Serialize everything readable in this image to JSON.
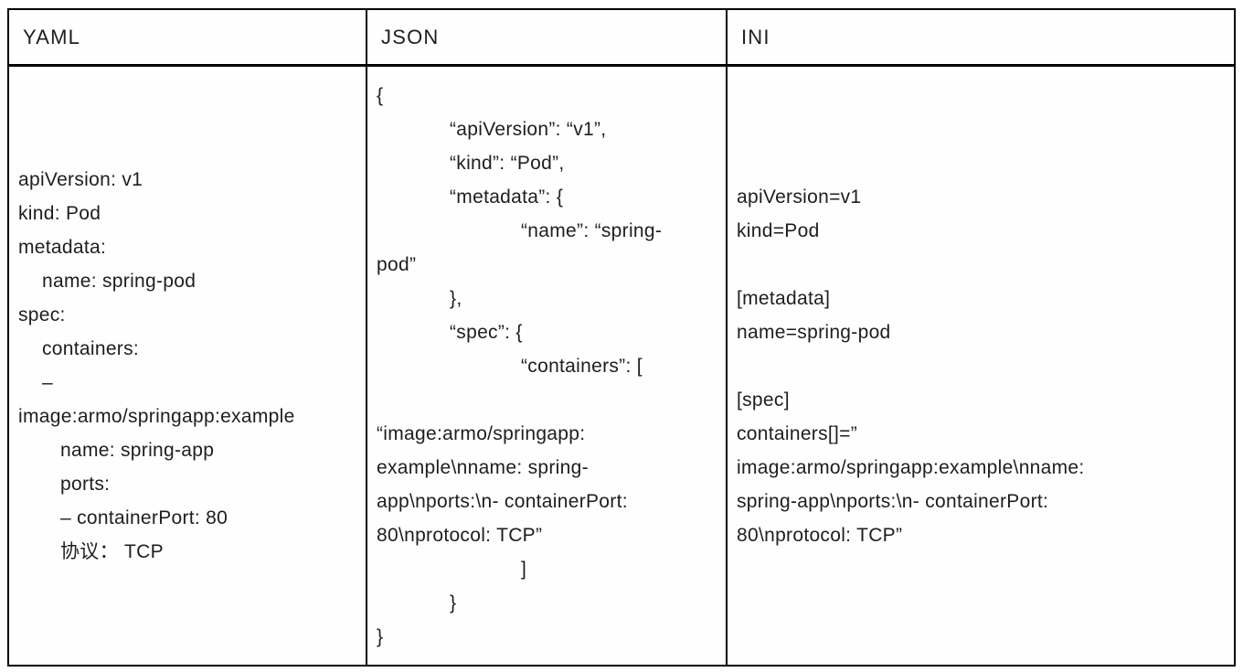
{
  "page": {
    "background_color": "#ffffff",
    "text_color": "#1e1e1e",
    "border_color": "#000000"
  },
  "table": {
    "headers": [
      "YAML",
      "JSON",
      "INI"
    ],
    "columns": [
      {
        "id": "yaml",
        "lines": [
          {
            "t": "apiVersion: v1",
            "i": 0
          },
          {
            "t": "kind: Pod",
            "i": 0
          },
          {
            "t": "metadata:",
            "i": 0
          },
          {
            "t": "name: spring-pod",
            "i": 26
          },
          {
            "t": "spec:",
            "i": 0
          },
          {
            "t": "containers:",
            "i": 26
          },
          {
            "t": "–",
            "i": 26
          },
          {
            "t": "image:armo/springapp:example",
            "i": 0
          },
          {
            "t": "name: spring-app",
            "i": 46
          },
          {
            "t": "ports:",
            "i": 46
          },
          {
            "t": "– containerPort: 80",
            "i": 46
          },
          {
            "t": "协议： TCP",
            "i": 46
          }
        ]
      },
      {
        "id": "json",
        "lines": [
          {
            "t": "{",
            "i": 0
          },
          {
            "t": "“apiVersion”: “v1”,",
            "i": 80
          },
          {
            "t": "“kind”: “Pod”,",
            "i": 80
          },
          {
            "t": "“metadata”: {",
            "i": 80
          },
          {
            "t": "“name”: “spring-",
            "i": 158
          },
          {
            "t": "pod”",
            "i": 0
          },
          {
            "t": "},",
            "i": 80
          },
          {
            "t": "“spec”: {",
            "i": 80
          },
          {
            "t": "“containers”: [",
            "i": 158
          },
          {
            "t": "",
            "i": 0
          },
          {
            "t": "“image:armo/springapp:",
            "i": 0
          },
          {
            "t": "example\\nname: spring-",
            "i": 0
          },
          {
            "t": "app\\nports:\\n- containerPort:",
            "i": 0
          },
          {
            "t": "80\\nprotocol: TCP”",
            "i": 0
          },
          {
            "t": "]",
            "i": 158
          },
          {
            "t": "}",
            "i": 80
          },
          {
            "t": "}",
            "i": 0
          }
        ]
      },
      {
        "id": "ini",
        "lines": [
          {
            "t": "apiVersion=v1",
            "i": 0
          },
          {
            "t": "kind=Pod",
            "i": 0
          },
          {
            "t": "",
            "i": 0
          },
          {
            "t": "[metadata]",
            "i": 0
          },
          {
            "t": "name=spring-pod",
            "i": 0
          },
          {
            "t": "",
            "i": 0
          },
          {
            "t": "[spec]",
            "i": 0
          },
          {
            "t": "containers[]=”",
            "i": 0
          },
          {
            "t": "image:armo/springapp:example\\nname:",
            "i": 0
          },
          {
            "t": "spring-app\\nports:\\n- containerPort:",
            "i": 0
          },
          {
            "t": "80\\nprotocol: TCP”",
            "i": 0
          }
        ]
      }
    ]
  }
}
